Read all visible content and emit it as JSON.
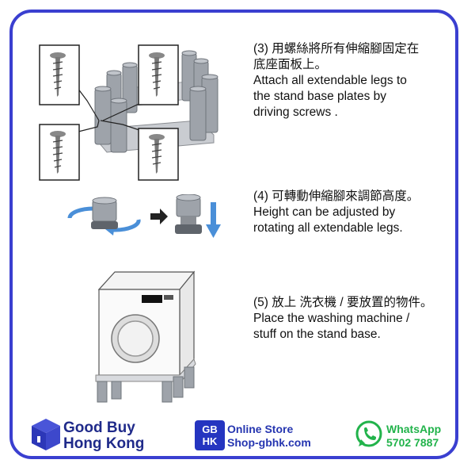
{
  "steps": [
    {
      "zh": [
        "(3) 用螺絲將所有伸縮腳固定在",
        "底座面板上。"
      ],
      "en": [
        "Attach all extendable legs to",
        "the stand base plates by",
        "driving screws ."
      ]
    },
    {
      "zh": [
        "(4) 可轉動伸縮腳來調節高度。"
      ],
      "en": [
        "Height can be adjusted by",
        "rotating all extendable legs."
      ]
    },
    {
      "zh": [
        "(5) 放上 洗衣機 / 要放置的物件。"
      ],
      "en": [
        "Place the washing machine /",
        "stuff on the stand base."
      ]
    }
  ],
  "footer": {
    "brand_line1": "Good Buy",
    "brand_line2": "Hong Kong",
    "gbhk_top": "GB",
    "gbhk_bottom": "HK",
    "store_label": "Online Store",
    "store_url": "Shop-gbhk.com",
    "whatsapp_label": "WhatsApp",
    "whatsapp_number": "5702 7887"
  },
  "colors": {
    "frame": "#3a3fd0",
    "brand": "#1f2a8a",
    "arrow": "#4a8fd8",
    "whatsapp": "#22b34b"
  },
  "icons": [
    "screw-icon",
    "cube-logo-icon",
    "whatsapp-icon",
    "rotate-arrow-icon",
    "down-arrow-icon",
    "right-arrow-icon"
  ]
}
